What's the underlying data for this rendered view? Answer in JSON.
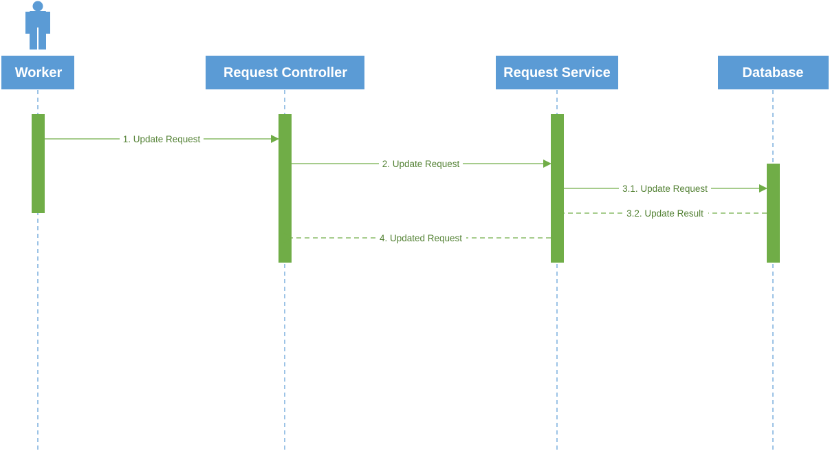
{
  "participants": [
    {
      "name": "Worker",
      "is_actor": true
    },
    {
      "name": "Request Controller",
      "is_actor": false
    },
    {
      "name": "Request Service",
      "is_actor": false
    },
    {
      "name": "Database",
      "is_actor": false
    }
  ],
  "messages": [
    {
      "label": "1. Update Request",
      "from": 0,
      "to": 1,
      "type": "sync"
    },
    {
      "label": "2. Update Request",
      "from": 1,
      "to": 2,
      "type": "sync"
    },
    {
      "label": "3.1. Update Request",
      "from": 2,
      "to": 3,
      "type": "sync"
    },
    {
      "label": "3.2. Update Result",
      "from": 3,
      "to": 2,
      "type": "return"
    },
    {
      "label": "4. Updated Request",
      "from": 2,
      "to": 1,
      "type": "return"
    }
  ],
  "colors": {
    "participant_fill": "#5b9bd5",
    "participant_text": "#ffffff",
    "lifeline": "#5b9bd5",
    "actor": "#5b9bd5",
    "activation": "#70ad47",
    "message_line": "#70ad47",
    "message_text": "#548235",
    "background": "#ffffff"
  },
  "icons": {
    "actor": "person-icon"
  }
}
